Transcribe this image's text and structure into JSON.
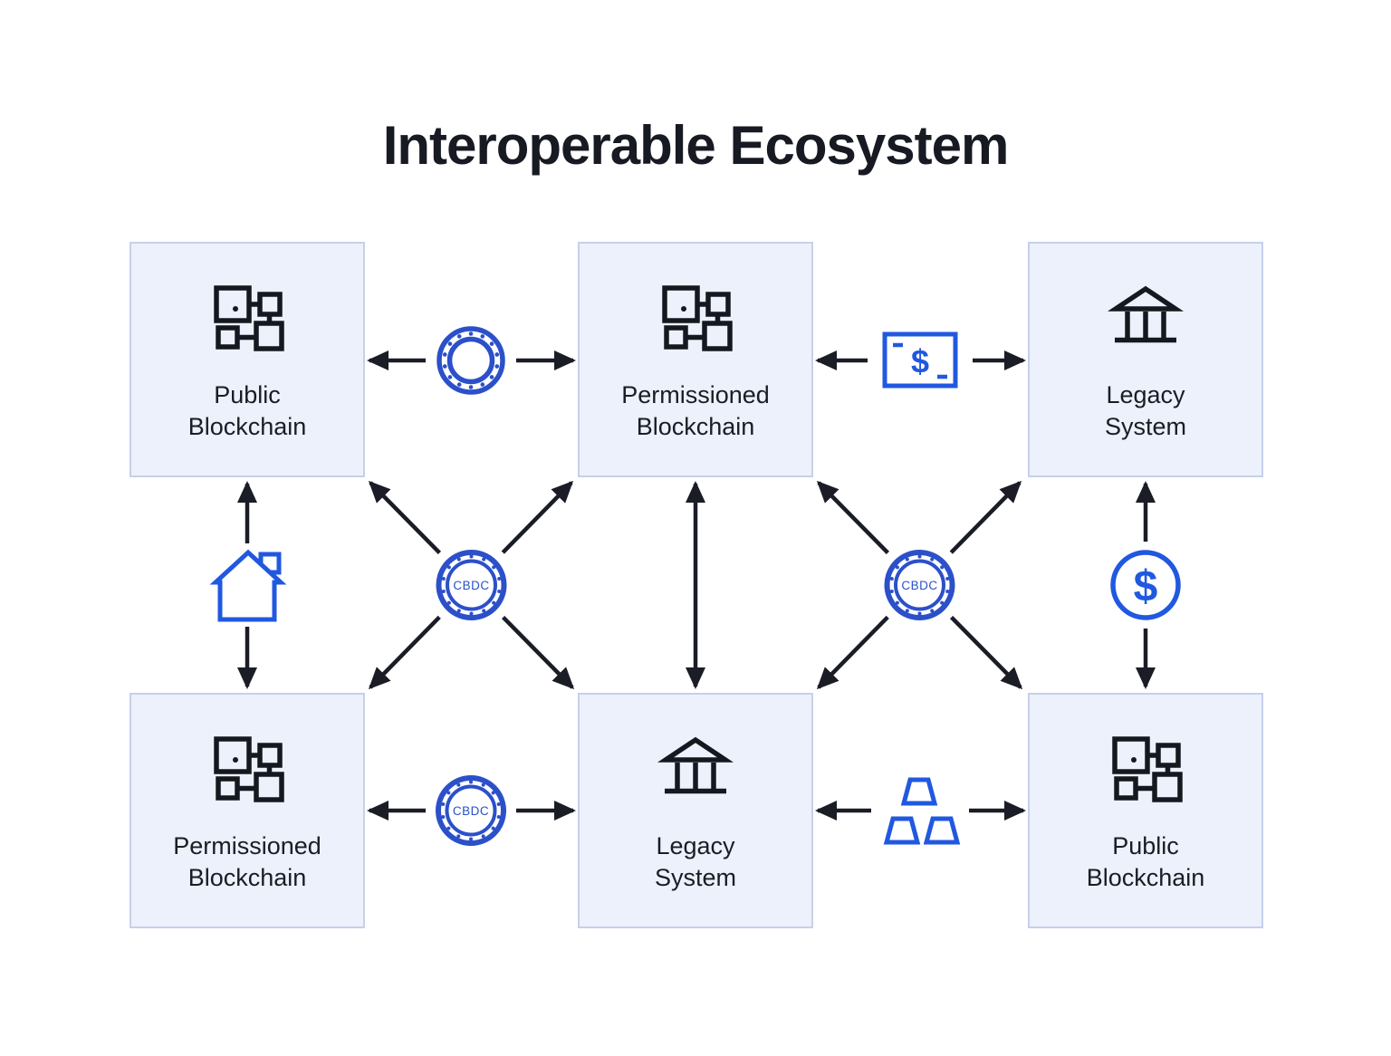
{
  "title": "Interoperable Ecosystem",
  "colors": {
    "background": "#ffffff",
    "box_fill": "#edf1fb",
    "box_border": "#c6d0ee",
    "arrow": "#1a1d26",
    "text": "#1a1d24",
    "title": "#171a22",
    "coin_blue": "#2b50c9",
    "icon_blue": "#2158e0"
  },
  "nodes": [
    {
      "id": "public-blockchain-top-left",
      "label": [
        "Public",
        "Blockchain"
      ],
      "icon": "blockchain-icon"
    },
    {
      "id": "permissioned-blockchain-top",
      "label": [
        "Permissioned",
        "Blockchain"
      ],
      "icon": "blockchain-icon"
    },
    {
      "id": "legacy-system-top-right",
      "label": [
        "Legacy",
        "System"
      ],
      "icon": "bank-icon"
    },
    {
      "id": "permissioned-blockchain-bottom",
      "label": [
        "Permissioned",
        "Blockchain"
      ],
      "icon": "blockchain-icon"
    },
    {
      "id": "legacy-system-bottom-center",
      "label": [
        "Legacy",
        "System"
      ],
      "icon": "bank-icon"
    },
    {
      "id": "public-blockchain-bottom-right",
      "label": [
        "Public",
        "Blockchain"
      ],
      "icon": "blockchain-icon"
    }
  ],
  "connectors": [
    {
      "from": "public-blockchain-top-left",
      "to": "permissioned-blockchain-top",
      "style": "horizontal-double-arrow",
      "icon": "coin-icon",
      "label": ""
    },
    {
      "from": "permissioned-blockchain-top",
      "to": "legacy-system-top-right",
      "style": "horizontal-double-arrow",
      "icon": "banknote-icon",
      "label": "$"
    },
    {
      "from": "public-blockchain-top-left",
      "to": "permissioned-blockchain-bottom",
      "style": "vertical-double-arrow",
      "icon": "house-icon",
      "label": ""
    },
    {
      "from": "permissioned-blockchain-top",
      "to": "legacy-system-bottom-center",
      "style": "vertical-double-arrow",
      "icon": "none",
      "label": ""
    },
    {
      "from": "legacy-system-top-right",
      "to": "public-blockchain-bottom-right",
      "style": "vertical-double-arrow",
      "icon": "dollar-circle-icon",
      "label": "$"
    },
    {
      "from": "cross-left-diagonals",
      "to": "cross-left-diagonals",
      "style": "x-cross-double-arrows",
      "icon": "cbdc-coin-icon",
      "label": "CBDC"
    },
    {
      "from": "cross-right-diagonals",
      "to": "cross-right-diagonals",
      "style": "x-cross-double-arrows",
      "icon": "cbdc-coin-icon",
      "label": "CBDC"
    },
    {
      "from": "permissioned-blockchain-bottom",
      "to": "legacy-system-bottom-center",
      "style": "horizontal-double-arrow",
      "icon": "cbdc-coin-icon",
      "label": "CBDC"
    },
    {
      "from": "legacy-system-bottom-center",
      "to": "public-blockchain-bottom-right",
      "style": "horizontal-double-arrow",
      "icon": "gold-bars-icon",
      "label": ""
    }
  ]
}
